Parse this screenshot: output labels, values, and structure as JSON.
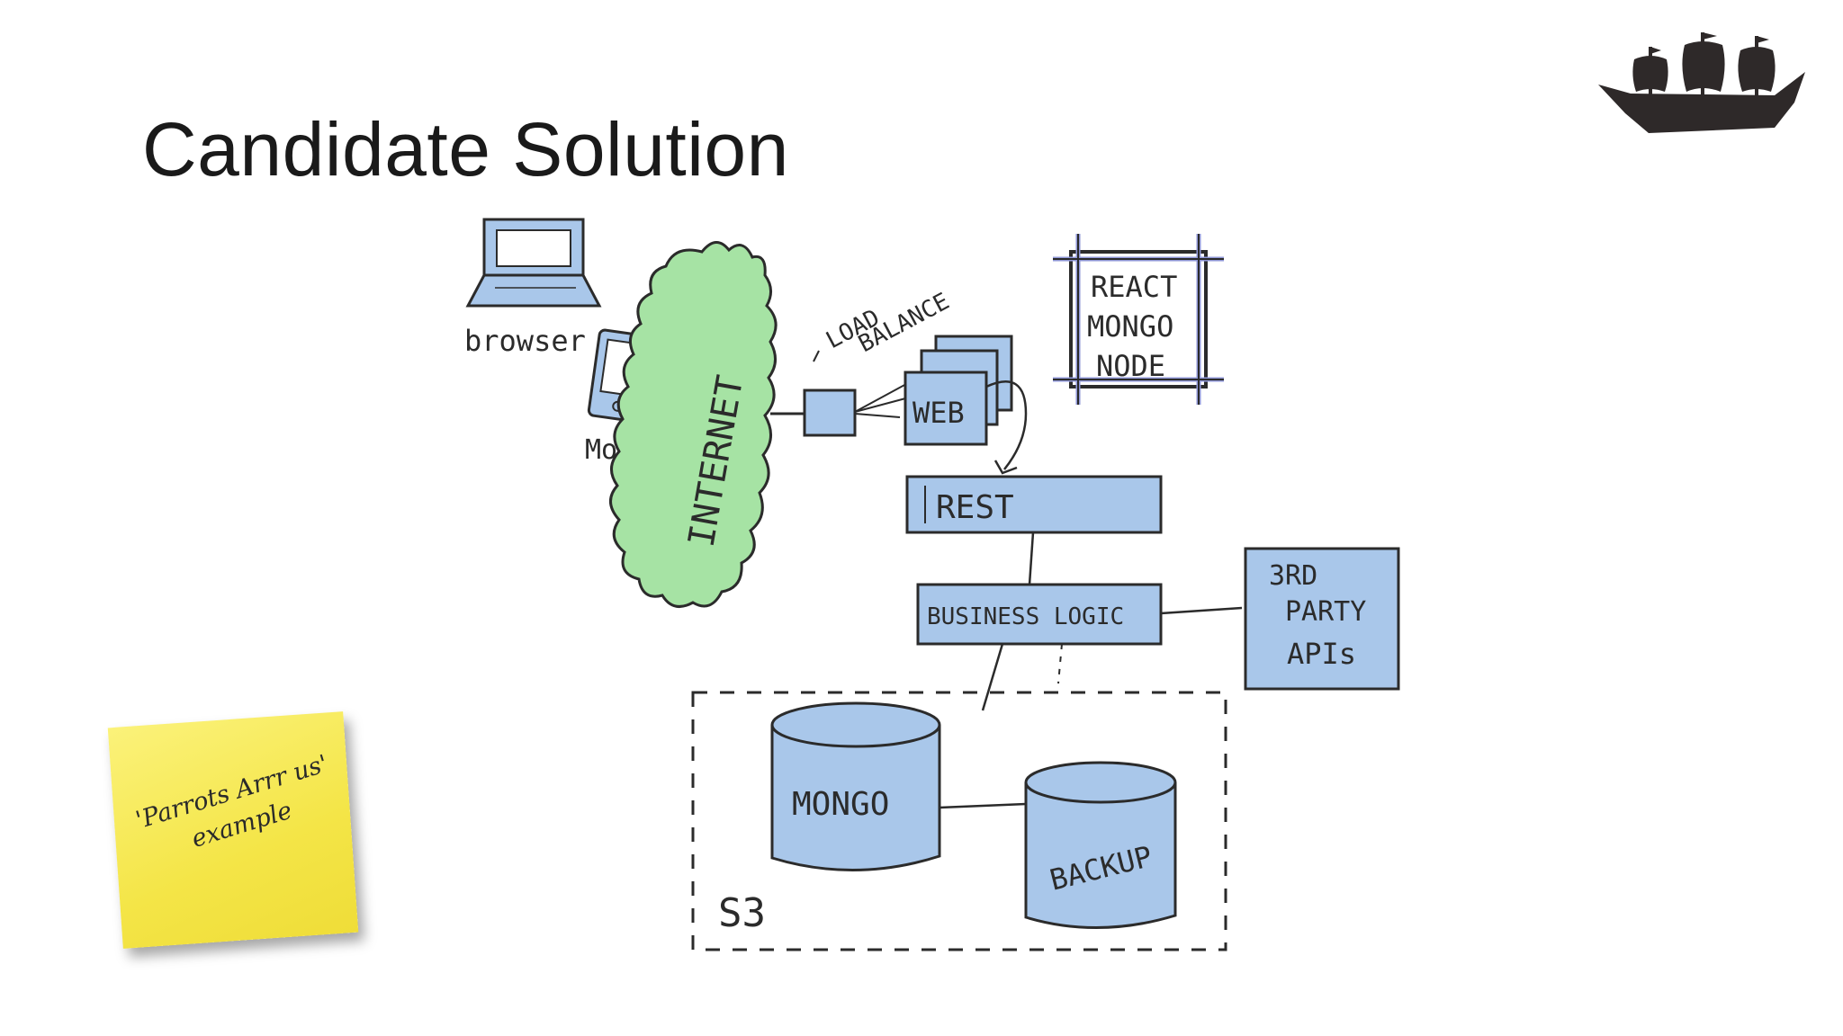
{
  "slide": {
    "title": "Candidate Solution",
    "sticky_note": "'Parrots Arrr us' example"
  },
  "diagram": {
    "labels": {
      "browser": "browser",
      "mobile": "Mobile",
      "internet": "INTERNET",
      "load_balance_1": "LOAD",
      "load_balance_2": "BALANCE",
      "web": "WEB",
      "stack_1": "REACT",
      "stack_2": "MONGO",
      "stack_3": "NODE",
      "rest": "REST",
      "business_logic": "BUSINESS LOGIC",
      "third_party_1": "3RD",
      "third_party_2": "PARTY",
      "third_party_3": "APIs",
      "mongo": "MONGO",
      "backup": "BACKUP",
      "s3": "S3"
    }
  },
  "colors": {
    "box_fill": "#a9c7ea",
    "box_stroke": "#2b2b2b",
    "internet_fill": "#a6e3a4",
    "sticky_fill": "#f4e547"
  }
}
